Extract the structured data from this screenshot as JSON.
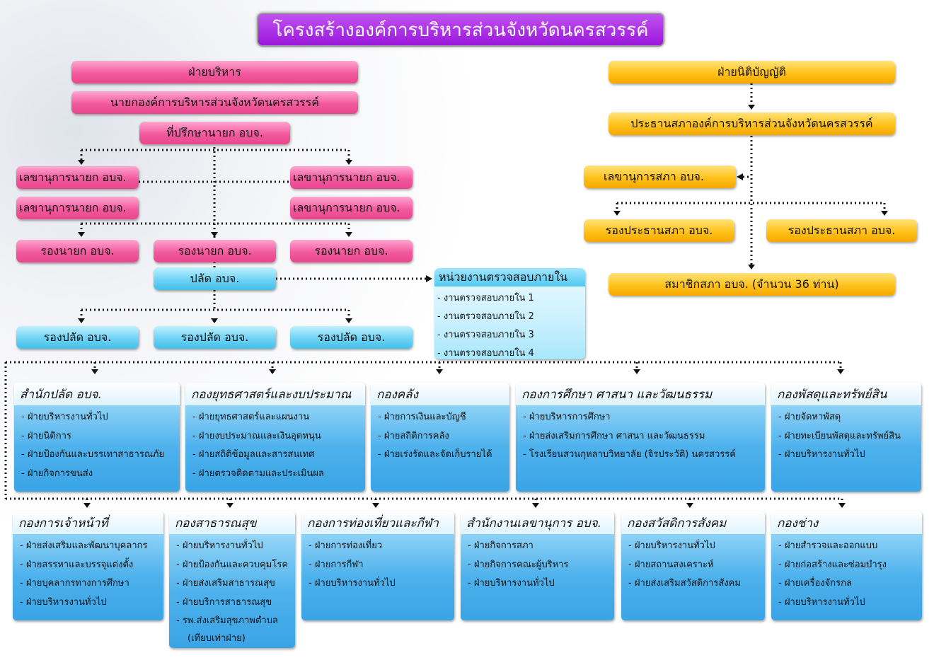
{
  "title": "โครงสร้างองค์การบริหารส่วนจังหวัดนครสวรรค์",
  "executive": {
    "header": "ฝ่ายบริหาร",
    "mayor": "นายกองค์การบริหารส่วนจังหวัดนครสวรรค์",
    "advisor": "ที่ปรึกษานายก อบจ.",
    "secretary_left_1": "เลขานุการนายก อบจ.",
    "secretary_left_2": "เลขานุการนายก อบจ.",
    "secretary_right_1": "เลขานุการนายก อบจ.",
    "secretary_right_2": "เลขานุการนายก อบจ.",
    "deputy_1": "รองนายก อบจ.",
    "deputy_2": "รองนายก อบจ.",
    "deputy_3": "รองนายก อบจ.",
    "clerk": "ปลัด อบจ.",
    "deputy_clerk_1": "รองปลัด อบจ.",
    "deputy_clerk_2": "รองปลัด อบจ.",
    "deputy_clerk_3": "รองปลัด อบจ."
  },
  "legislative": {
    "header": "ฝ่ายนิติบัญญัติ",
    "president": "ประธานสภาองค์การบริหารส่วนจังหวัดนครสวรรค์",
    "secretary": "เลขานุการสภา อบจ.",
    "vice_1": "รองประธานสภา อบจ.",
    "vice_2": "รองประธานสภา อบจ.",
    "members": "สมาชิกสภา อบจ. (จำนวน 36 ท่าน)"
  },
  "audit": {
    "header": "หน่วยงานตรวจสอบภายใน",
    "items": [
      "- งานตรวจสอบภายใน 1",
      "- งานตรวจสอบภายใน 2",
      "- งานตรวจสอบภายใน 3",
      "- งานตรวจสอบภายใน 4"
    ]
  },
  "departments_row1": [
    {
      "title": "สำนักปลัด อบจ.",
      "items": [
        "ฝ่ายบริหารงานทั่วไป",
        "ฝ่ายนิติการ",
        "ฝ่ายป้องกันและบรรเทาสาธารณภัย",
        "ฝ่ายกิจการขนส่ง"
      ]
    },
    {
      "title": "กองยุทธศาสตร์และงบประมาณ",
      "items": [
        "ฝ่ายยุทธศาสตร์และแผนงาน",
        "ฝ่ายงบประมาณและเงินอุดหนุน",
        "ฝ่ายสถิติข้อมูลและสารสนเทศ",
        "ฝ่ายตรวจติดตามและประเมินผล"
      ]
    },
    {
      "title": "กองคลัง",
      "items": [
        "ฝ่ายการเงินและบัญชี",
        "ฝ่ายสถิติการคลัง",
        "ฝ่ายเร่งรัดและจัดเก็บรายได้"
      ]
    },
    {
      "title": "กองการศึกษา ศาสนา และวัฒนธรรม",
      "items": [
        "ฝ่ายบริหารการศึกษา",
        "ฝ่ายส่งเสริมการศึกษา ศาสนา และวัฒนธรรม",
        "โรงเรียนสวนกุหลาบวิทยาลัย (จิรประวัติ) นครสวรรค์"
      ]
    },
    {
      "title": "กองพัสดุและทรัพย์สิน",
      "items": [
        "ฝ่ายจัดหาพัสดุ",
        "ฝ่ายทะเบียนพัสดุและทรัพย์สิน",
        "ฝ่ายบริหารงานทั่วไป"
      ]
    }
  ],
  "departments_row2": [
    {
      "title": "กองการเจ้าหน้าที่",
      "items": [
        "ฝ่ายส่งเสริมและพัฒนาบุคลากร",
        "ฝ่ายสรรหาและบรรจุแต่งตั้ง",
        "ฝ่ายบุคลากรทางการศึกษา",
        "ฝ่ายบริหารงานทั่วไป"
      ]
    },
    {
      "title": "กองสาธารณสุข",
      "items": [
        "ฝ่ายบริหารงานทั่วไป",
        "ฝ่ายป้องกันและควบคุมโรค",
        "ฝ่ายส่งเสริมสาธารณสุข",
        "ฝ่ายบริการสาธารณสุข",
        "รพ.ส่งเสริมสุขภาพตำบล"
      ],
      "note": "(เทียบเท่าฝ่าย)"
    },
    {
      "title": "กองการท่องเที่ยวและกีฬา",
      "items": [
        "ฝ่ายการท่องเที่ยว",
        "ฝ่ายการกีฬา",
        "ฝ่ายบริหารงานทั่วไป"
      ]
    },
    {
      "title": "สำนักงานเลขานุการ อบจ.",
      "items": [
        "ฝ่ายกิจการสภา",
        "ฝ่ายกิจการคณะผู้บริหาร",
        "ฝ่ายบริหารงานทั่วไป"
      ]
    },
    {
      "title": "กองสวัสดิการสังคม",
      "items": [
        "ฝ่ายบริหารงานทั่วไป",
        "ฝ่ายสถานสงเคราะห์",
        "ฝ่ายส่งเสริมสวัสดิการสังคม"
      ]
    },
    {
      "title": "กองช่าง",
      "items": [
        "ฝ่ายสำรวจและออกแบบ",
        "ฝ่ายก่อสร้างและซ่อมบำรุง",
        "ฝ่ายเครื่องจักรกล",
        "ฝ่ายบริหารงานทั่วไป"
      ]
    }
  ],
  "colors": {
    "pink": "#f25a9d",
    "orange": "#ffc21a",
    "blue": "#43bfea",
    "title_purple": "#9b17dc"
  }
}
